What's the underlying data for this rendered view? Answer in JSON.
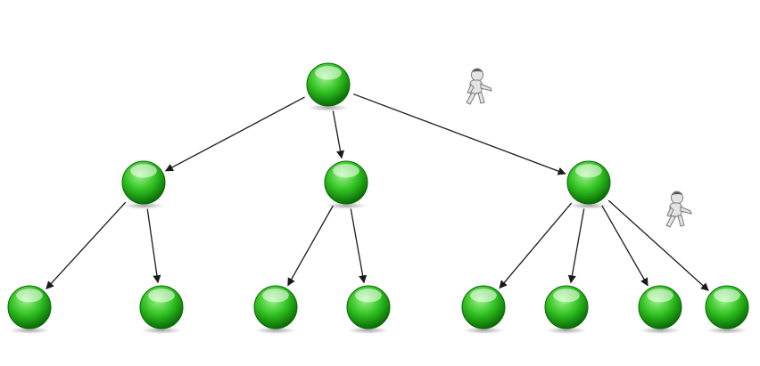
{
  "colors": {
    "background": "#ffffff",
    "node_light": "#9cf58a",
    "node_mid": "#2fbf1f",
    "node_dark": "#0a6a07",
    "edge": "#1a1a1a",
    "figure_body": "#e4e4e4",
    "figure_outline": "#7a7a7a"
  },
  "tree": {
    "nodes": [
      {
        "id": "root",
        "level": 0
      },
      {
        "id": "n1",
        "level": 1
      },
      {
        "id": "n2",
        "level": 1
      },
      {
        "id": "n3",
        "level": 1
      },
      {
        "id": "n1a",
        "level": 2
      },
      {
        "id": "n1b",
        "level": 2
      },
      {
        "id": "n2a",
        "level": 2
      },
      {
        "id": "n2b",
        "level": 2
      },
      {
        "id": "n3a",
        "level": 2
      },
      {
        "id": "n3b",
        "level": 2
      },
      {
        "id": "n3c",
        "level": 2
      },
      {
        "id": "n3d",
        "level": 2
      }
    ],
    "edges": [
      {
        "from": "root",
        "to": "n1"
      },
      {
        "from": "root",
        "to": "n2"
      },
      {
        "from": "root",
        "to": "n3"
      },
      {
        "from": "n1",
        "to": "n1a"
      },
      {
        "from": "n1",
        "to": "n1b"
      },
      {
        "from": "n2",
        "to": "n2a"
      },
      {
        "from": "n2",
        "to": "n2b"
      },
      {
        "from": "n3",
        "to": "n3a"
      },
      {
        "from": "n3",
        "to": "n3b"
      },
      {
        "from": "n3",
        "to": "n3c"
      },
      {
        "from": "n3",
        "to": "n3d"
      }
    ],
    "walkers": [
      {
        "icon": "walking-figure-icon",
        "near_edge": "root-n3"
      },
      {
        "icon": "walking-figure-icon",
        "near_edge": "n3-n3d"
      }
    ]
  }
}
